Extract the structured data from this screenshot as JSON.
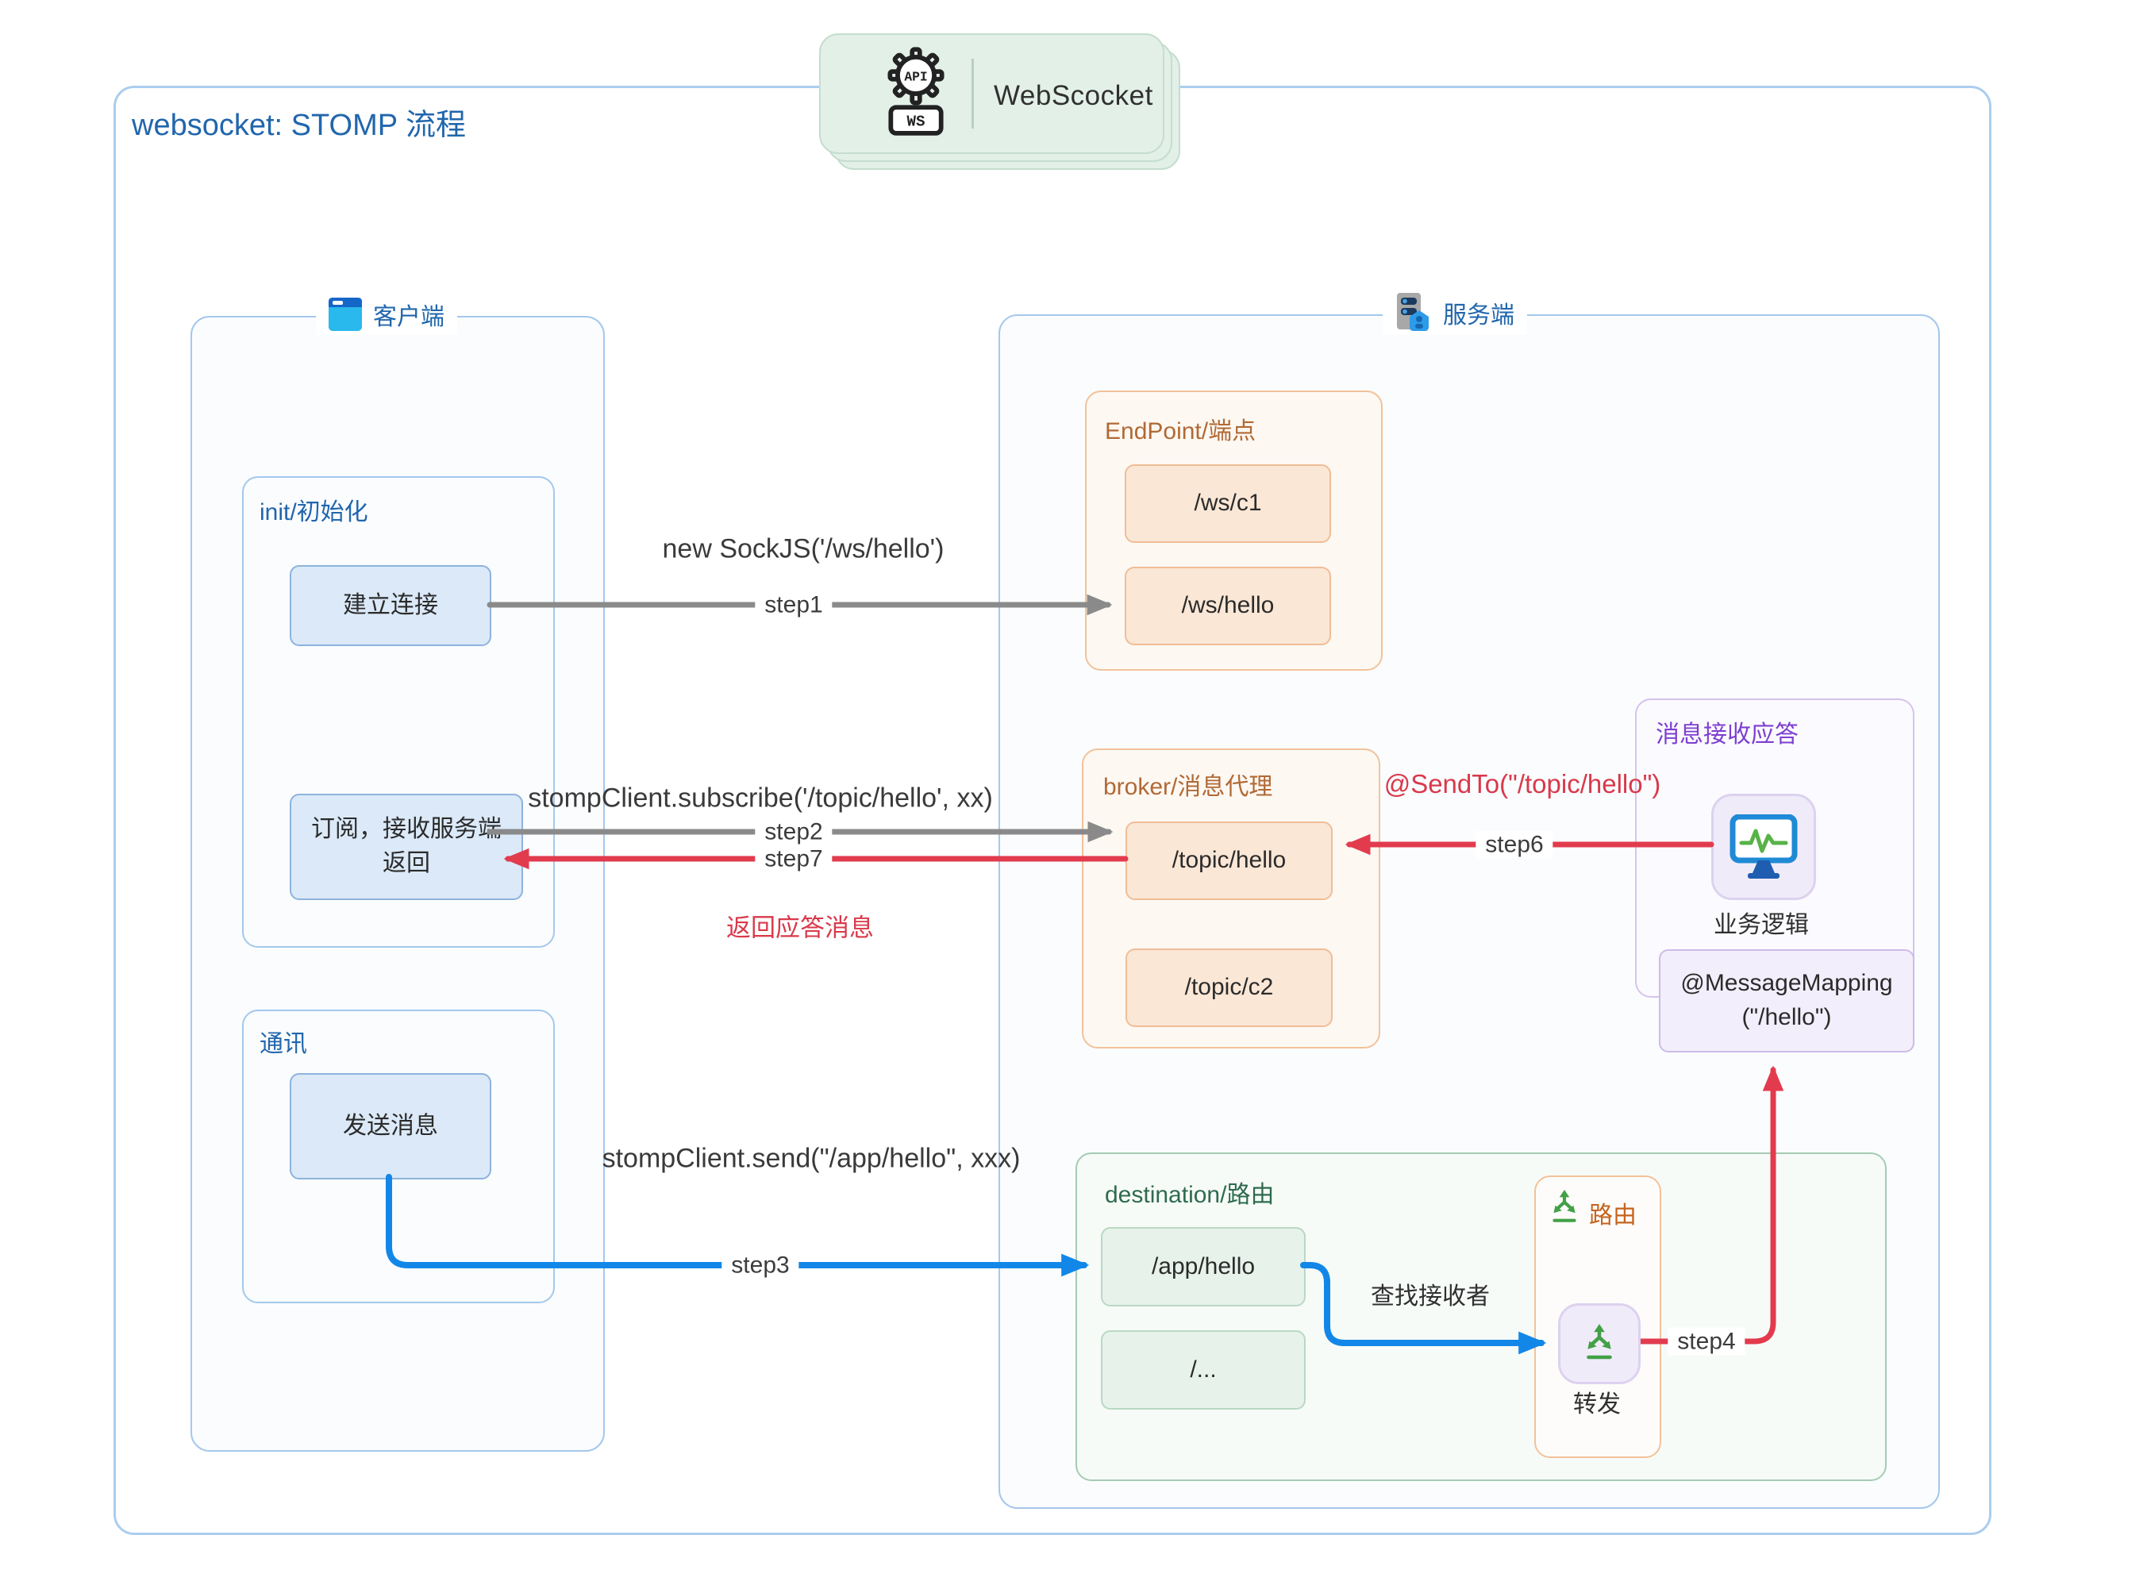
{
  "diagram": {
    "title": "websocket: STOMP 流程",
    "header_card": {
      "title": "WebScocket",
      "icon_gear_text": "API",
      "icon_badge_text": "WS"
    },
    "client": {
      "label": "客户端",
      "init_group": {
        "label": "init/初始化",
        "connect_node": "建立连接",
        "subscribe_node": "订阅，接收服务端返回"
      },
      "comm_group": {
        "label": "通讯",
        "send_node": "发送消息"
      }
    },
    "server": {
      "label": "服务端",
      "endpoint_group": {
        "label": "EndPoint/端点",
        "nodes": [
          "/ws/c1",
          "/ws/hello"
        ]
      },
      "broker_group": {
        "label": "broker/消息代理",
        "nodes": [
          "/topic/hello",
          "/topic/c2"
        ]
      },
      "reply_group": {
        "label": "消息接收应答",
        "business_logic": "业务逻辑",
        "message_mapping": "@MessageMapping(\"/hello\")"
      },
      "destination_group": {
        "label": "destination/路由",
        "nodes": [
          "/app/hello",
          "/..."
        ],
        "find_receiver": "查找接收者",
        "route_box": {
          "label": "路由",
          "forward_label": "转发"
        }
      }
    },
    "edges": {
      "step1": {
        "label": "step1",
        "annotation": "new SockJS('/ws/hello')"
      },
      "step2": {
        "label": "step2",
        "annotation": "stompClient.subscribe('/topic/hello', xx)"
      },
      "step7": {
        "label": "step7",
        "annotation": "返回应答消息"
      },
      "step3": {
        "label": "step3",
        "annotation": "stompClient.send(\"/app/hello\", xxx)"
      },
      "step4": {
        "label": "step4"
      },
      "step6": {
        "label": "step6",
        "annotation": "@SendTo(\"/topic/hello\")"
      }
    },
    "colors": {
      "accent_blue": "#2166ac",
      "arrow_gray": "#8a8a8a",
      "arrow_red": "#e23b4e",
      "arrow_blue": "#1287e8",
      "orange_label": "#b16935",
      "green_label": "#2e6b4f",
      "purple_label": "#7d3fd1"
    }
  }
}
